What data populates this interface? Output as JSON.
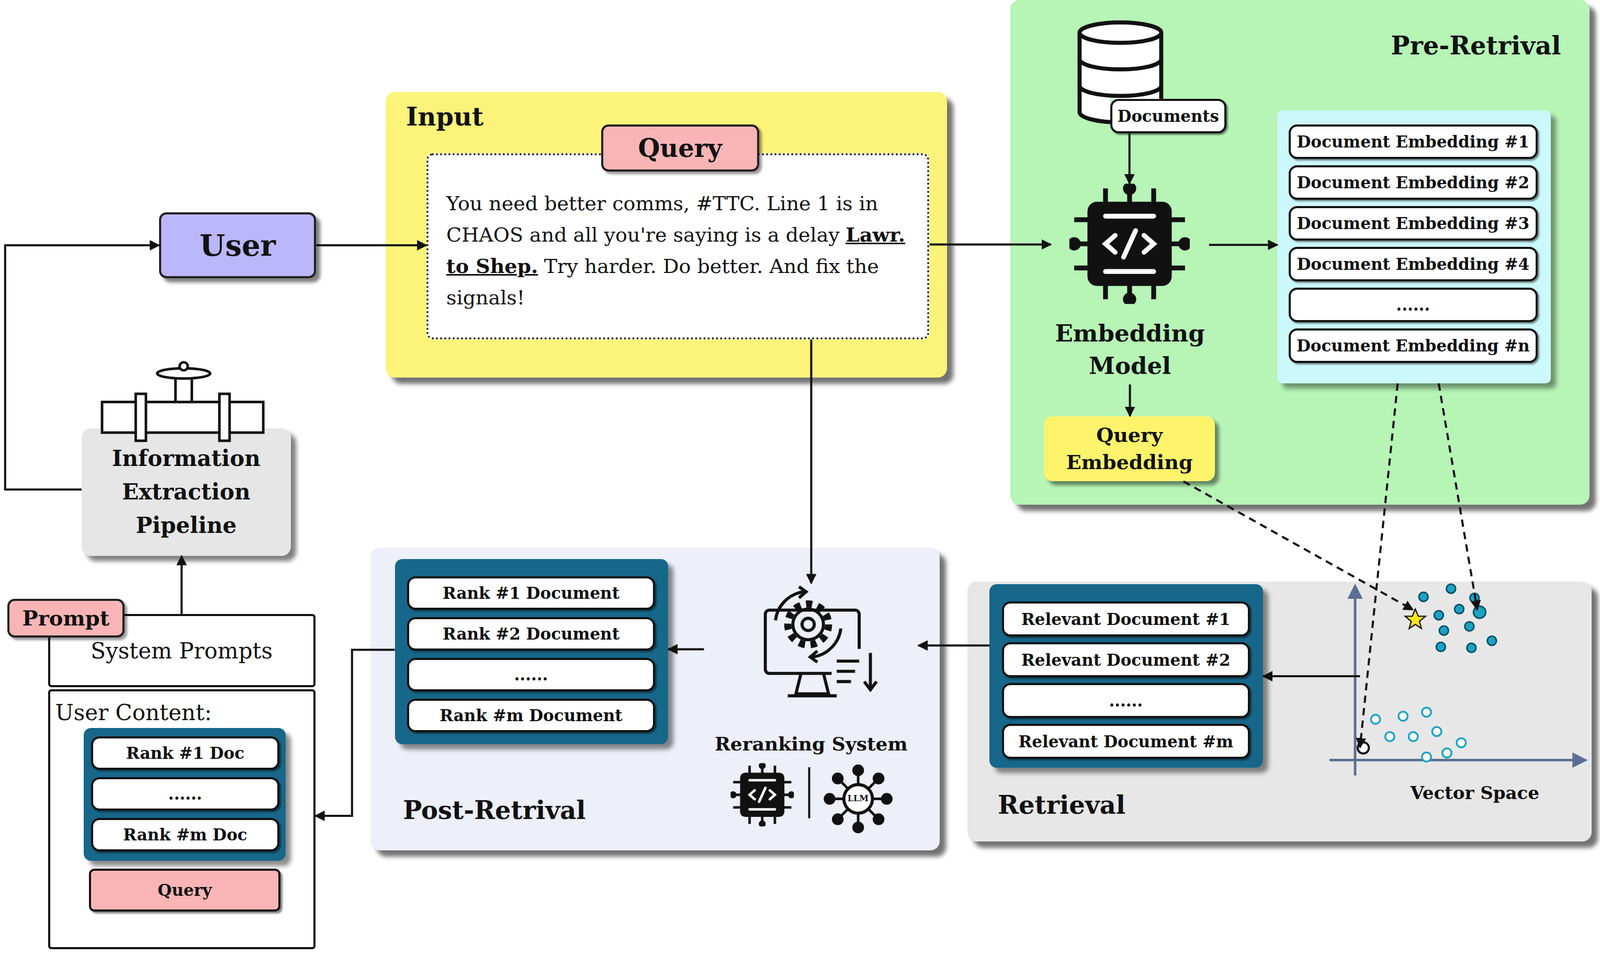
{
  "diagram": {
    "nodes": [
      {
        "text": [
          "Input"
        ]
      },
      {
        "text": [
          "Query",
          "You need better comms, #TTC. Line 1 is in CHAOS and all you're saying is a delay",
          "Lawr. to Shep.",
          "Try harder. Do better. And fix the signals!"
        ],
        "in": 0
      },
      {
        "text": [
          "Pre-Retrival"
        ]
      },
      {
        "text": [
          "Documents"
        ],
        "in": 2
      },
      {
        "text": [
          "Embedding Model"
        ],
        "in": 2
      },
      {
        "text": [
          "Query Embedding"
        ],
        "in": 2
      },
      {
        "text": [],
        "in": 2
      },
      {
        "text": [
          "Document Embedding #1"
        ],
        "in": 6
      },
      {
        "text": [
          "Document Embedding #2"
        ],
        "in": 6
      },
      {
        "text": [
          "Document Embedding #3"
        ],
        "in": 6
      },
      {
        "text": [
          "Document Embedding #4"
        ],
        "in": 6
      },
      {
        "text": [
          "......"
        ],
        "in": 6
      },
      {
        "text": [
          "Document Embedding #n"
        ],
        "in": 6
      },
      {
        "text": [
          "Retrieval"
        ]
      },
      {
        "text": [],
        "in": 13
      },
      {
        "text": [
          "Relevant Document #1"
        ],
        "in": 14
      },
      {
        "text": [
          "Relevant Document #2"
        ],
        "in": 14
      },
      {
        "text": [
          "......"
        ],
        "in": 14
      },
      {
        "text": [
          "Relevant Document #m"
        ],
        "in": 14
      },
      {
        "text": [
          "Vector Space"
        ],
        "in": 13
      },
      {
        "text": [
          "Post-Retrival"
        ]
      },
      {
        "text": [],
        "in": 20
      },
      {
        "text": [
          "Rank #1 Document"
        ],
        "in": 21
      },
      {
        "text": [
          "Rank #2 Document"
        ],
        "in": 21
      },
      {
        "text": [
          "......"
        ],
        "in": 21
      },
      {
        "text": [
          "Rank #m Document"
        ],
        "in": 21
      },
      {
        "text": [
          "Reranking System"
        ],
        "in": 20
      },
      {
        "text": [
          "User"
        ]
      },
      {
        "text": [
          "Information Extraction Pipeline"
        ]
      },
      {
        "text": [
          "Prompt",
          "System Prompts"
        ]
      },
      {
        "text": [
          "User Content:"
        ]
      },
      {
        "text": [],
        "in": 30
      },
      {
        "text": [
          "Rank #1 Doc"
        ],
        "in": 31
      },
      {
        "text": [
          "......"
        ],
        "in": 31
      },
      {
        "text": [
          "Rank #m Doc"
        ],
        "in": 31
      },
      {
        "text": [
          "Query"
        ],
        "in": 30
      }
    ],
    "edges": [
      {
        "from": 27,
        "to": 1,
        "arrow": "to"
      },
      {
        "from": 1,
        "to": 4,
        "arrow": "to"
      },
      {
        "from": 3,
        "to": 4,
        "arrow": "to"
      },
      {
        "from": 4,
        "to": 6,
        "arrow": "to"
      },
      {
        "from": 4,
        "to": 5,
        "arrow": "to"
      },
      {
        "from": 5,
        "to": 19,
        "arrow": "to"
      },
      {
        "from": 6,
        "to": 19,
        "arrow": "to"
      },
      {
        "from": 6,
        "to": 19,
        "arrow": "to"
      },
      {
        "from": 19,
        "to": 14,
        "arrow": "to"
      },
      {
        "from": 14,
        "to": 26,
        "arrow": "to"
      },
      {
        "from": 1,
        "to": 26,
        "arrow": "to"
      },
      {
        "from": 26,
        "to": 21,
        "arrow": "to"
      },
      {
        "from": 21,
        "to": 30,
        "arrow": "to"
      },
      {
        "from": 29,
        "to": 28,
        "arrow": "to"
      },
      {
        "from": 28,
        "to": 27,
        "arrow": "to"
      }
    ],
    "labels": [
      "LLM"
    ]
  }
}
